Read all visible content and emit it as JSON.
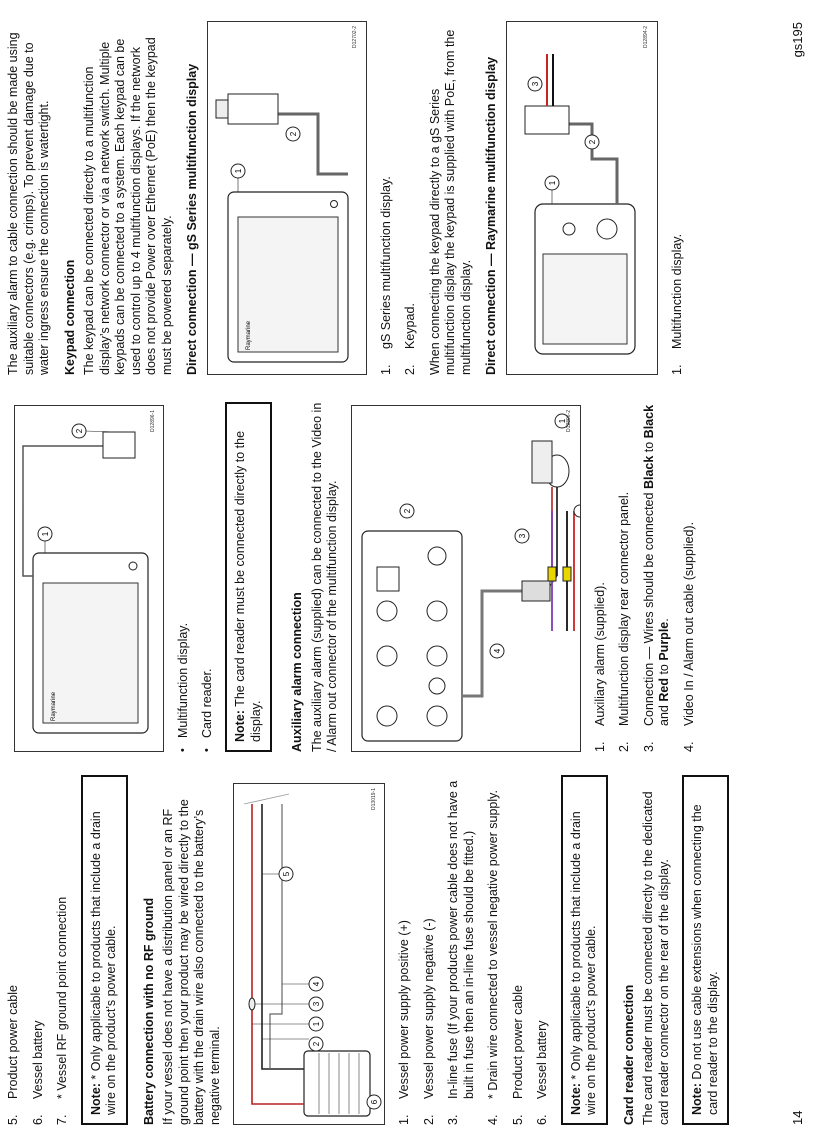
{
  "page": {
    "number": "14",
    "code": "gs195"
  },
  "col1": {
    "items": [
      {
        "n": "5.",
        "t": "Product power cable"
      },
      {
        "n": "6.",
        "t": "Vessel battery"
      },
      {
        "n": "7.",
        "t": "* Vessel RF ground point connection"
      }
    ],
    "note1_label": "Note:",
    "note1_text": "* Only applicable to products that include a drain wire on the product’s power cable.",
    "heading_battery": "Battery connection with no RF ground",
    "para_battery": "If your vessel does not have a distribution panel or an RF ground point then your product may be wired directly to the battery with the drain wire also connected to the battery’s negative terminal.",
    "fig_id": "D13019-1",
    "list2": [
      {
        "n": "1.",
        "t": "Vessel power supply positive (+)"
      },
      {
        "n": "2.",
        "t": "Vessel power supply negative (-)"
      },
      {
        "n": "3.",
        "t": "In-line fuse (If your products power cable does not have a built in fuse then an in-line fuse should be fitted.)"
      },
      {
        "n": "4.",
        "t": "* Drain wire connected to vessel negative power supply."
      },
      {
        "n": "5.",
        "t": "Product power cable"
      },
      {
        "n": "6.",
        "t": "Vessel battery"
      }
    ],
    "note2_label": "Note:",
    "note2_text": "* Only applicable to products that include a drain wire on the product’s power cable.",
    "heading_card": "Card reader connection",
    "para_card": "The card reader must be connected directly to the dedicated card reader connector on the rear of the display.",
    "note3_label": "Note:",
    "note3_text": "Do not use cable extensions when connecting the card reader to the display."
  },
  "col2": {
    "fig1_id": "D12896-1",
    "bullets": [
      "Multifunction display.",
      "Card reader."
    ],
    "note_label": "Note:",
    "note_text": "The card reader must be connected directly to the display.",
    "heading_alarm": "Auxiliary alarm connection",
    "para_alarm": "The auxiliary alarm (supplied) can be connected to the Video in / Alarm out connector of the multifunction display.",
    "fig2_id": "D12896-2",
    "list": [
      {
        "n": "1.",
        "t": "Auxiliary alarm (supplied)."
      },
      {
        "n": "2.",
        "t": "Multifunction display rear connector panel."
      },
      {
        "n": "3.",
        "t": "Connection — Wires should be connected ",
        "b1": "Black",
        "m1": " to ",
        "b2": "Black",
        "m2": " and ",
        "b3": "Red",
        "m3": " to ",
        "b4": "Purple",
        "e": "."
      },
      {
        "n": "4.",
        "t": "Video In / Alarm out cable (supplied)."
      }
    ]
  },
  "col3": {
    "para_aux": "The auxiliary alarm to cable connection should be made using suitable connectors (e.g. crimps). To prevent damage due to water ingress ensure the connection is watertight.",
    "heading_keypad": "Keypad connection",
    "para_keypad": "The keypad can be connected directly to a multifunction display’s network connector or via a network switch. Multiple keypads can be connected to a system. Each keypad can be used to control up to 4 multifunction displays. If the network does not provide Power over Ethernet (PoE) then the keypad must be powered separately.",
    "heading_direct_gs": "Direct connection — gS Series multifunction display",
    "fig1_id": "D12702-2",
    "list1": [
      {
        "n": "1.",
        "t": "gS Series multifunction display."
      },
      {
        "n": "2.",
        "t": "Keypad."
      }
    ],
    "para_poe": "When connecting the keypad directly to a gS Series multifunction display the keypad is supplied with PoE, from the multifunction display.",
    "heading_direct_ray": "Direct connection — Raymarine multifunction display",
    "fig2_id": "D12894-2",
    "list2": [
      {
        "n": "1.",
        "t": "Multifunction display."
      }
    ]
  },
  "figure_labels": {
    "one": "1",
    "two": "2",
    "three": "3",
    "four": "4",
    "five": "5",
    "six": "6",
    "brand": "Raymarine"
  }
}
